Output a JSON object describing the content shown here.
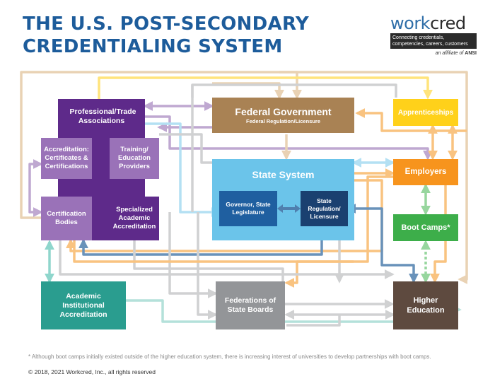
{
  "title": {
    "line1": "THE U.S. POST-SECONDARY",
    "line2": "CREDENTIALING SYSTEM"
  },
  "logo": {
    "work": "work",
    "cred": "cred",
    "tagline": "Connecting credentials, competencies, careers, customers",
    "affiliate_prefix": "an affiliate of",
    "affiliate_org": "ANSI"
  },
  "nodes": {
    "professional_trade": "Professional/Trade Associations",
    "accreditation": "Accreditation: Certificates & Certifications",
    "training": "Training/ Education Providers",
    "certification_bodies": "Certification Bodies",
    "specialized": "Specialized Academic Accreditation",
    "federal": "Federal Government",
    "federal_sub": "Federal Regulation/Licensure",
    "state_system": "State System",
    "governor": "Governor, State Legislature",
    "state_reg": "State Regulation/ Licensure",
    "apprenticeships": "Apprenticeships",
    "employers": "Employers",
    "boot_camps": "Boot Camps*",
    "academic_inst": "Academic Institutional Accreditation",
    "federations": "Federations of State Boards",
    "higher_ed": "Higher Education"
  },
  "colors": {
    "purple_dark": "#5e2a8a",
    "purple_light": "#9a72b8",
    "federal": "#a98254",
    "state_light": "#6bc4ea",
    "state_dark": "#1f5fa0",
    "state_navy": "#1a4070",
    "apprenticeships": "#ffd11a",
    "employers": "#f7941d",
    "boot_camps": "#3dae4a",
    "academic": "#2a9d8f",
    "federations": "#939598",
    "higher_ed": "#5e4a3f"
  },
  "footnote": "* Although boot camps initially existed outside of the higher education system, there is increasing interest of universities to develop partnerships with boot camps.",
  "copyright": "© 2018, 2021 Workcred, Inc., all rights reserved"
}
